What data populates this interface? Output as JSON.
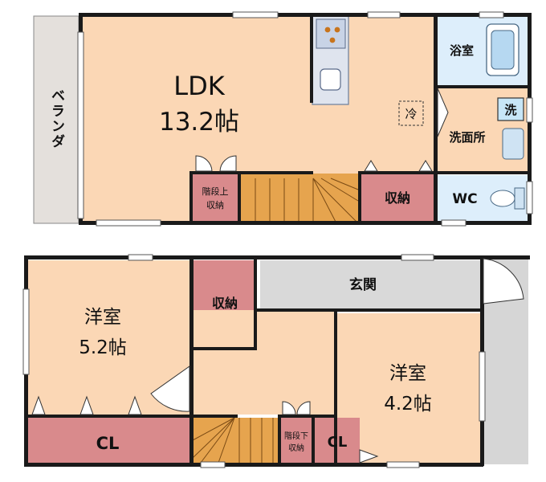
{
  "upper_floor": {
    "veranda": "ベランダ",
    "ldk_name": "LDK",
    "ldk_size": "13.2帖",
    "bath": "浴室",
    "washer_glyph": "洗",
    "fridge_glyph": "冷",
    "washroom": "洗面所",
    "wc": "WC",
    "upper_stair_storage_line1": "階段上",
    "upper_stair_storage_line2": "収納",
    "storage": "収納"
  },
  "lower_floor": {
    "western_room_a_name": "洋室",
    "western_room_a_size": "5.2帖",
    "storage": "収納",
    "entrance": "玄関",
    "western_room_b_name": "洋室",
    "western_room_b_size": "4.2帖",
    "closet_a": "CL",
    "under_stair_storage_line1": "階段下",
    "under_stair_storage_line2": "収納",
    "closet_b": "CL"
  },
  "colors": {
    "floor": "#fbd7b5",
    "storage": "#d98a8c",
    "wet_area": "#ddeefb",
    "stairs": "#e6a44e",
    "veranda": "#e4e0dc",
    "entrance": "#d9d9d9",
    "wall": "#1a1a1a"
  }
}
